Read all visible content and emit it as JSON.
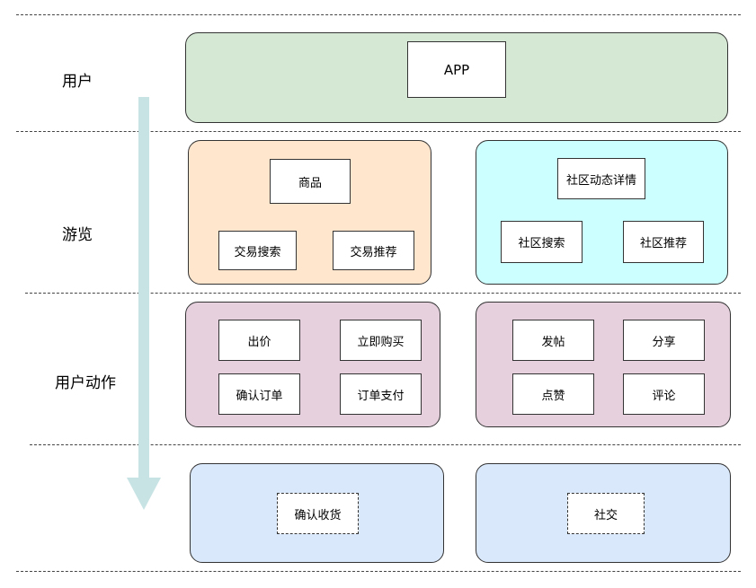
{
  "colors": {
    "user_group": "#d5e8d4",
    "trade_browse_group": "#ffe6cc",
    "community_browse_group": "#ccffff",
    "actions_group": "#e6d0de",
    "result_group": "#dae8fc",
    "arrow": "#c8e3e4"
  },
  "rows": {
    "user": "用户",
    "browse": "游览",
    "action": "用户动作"
  },
  "user": {
    "app": "APP"
  },
  "trade_browse": {
    "product": "商品",
    "search": "交易搜索",
    "recommend": "交易推荐"
  },
  "community_browse": {
    "detail": "社区动态详情",
    "search": "社区搜索",
    "recommend": "社区推荐"
  },
  "trade_actions": {
    "bid": "出价",
    "buy_now": "立即购买",
    "confirm_order": "确认订单",
    "pay_order": "订单支付"
  },
  "community_actions": {
    "post": "发帖",
    "share": "分享",
    "like": "点赞",
    "comment": "评论"
  },
  "results": {
    "confirm_receipt": "确认收货",
    "social": "社交"
  }
}
